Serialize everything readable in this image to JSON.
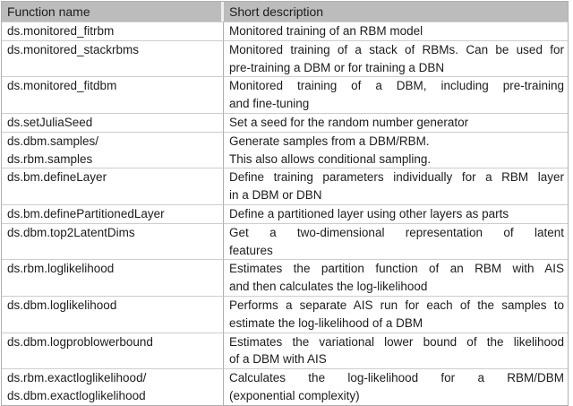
{
  "table": {
    "colors": {
      "header_bg": "#bcbcbc",
      "grid_line": "#cdcdcd",
      "divider_line": "#b0b0b0",
      "text": "#1c1c1c",
      "background": "#ffffff"
    },
    "header": {
      "function_name": "Function name",
      "short_description": "Short description"
    },
    "rows": [
      {
        "name": [
          "ds.monitored_fitrbm"
        ],
        "desc": [
          "Monitored training of an RBM model"
        ],
        "justify": false
      },
      {
        "name": [
          "ds.monitored_stackrbms"
        ],
        "desc": [
          "Monitored training of a stack of RBMs. Can be used for",
          "pre-training a DBM or for training a DBN"
        ],
        "justify": true
      },
      {
        "name": [
          "ds.monitored_fitdbm"
        ],
        "desc": [
          "Monitored training of a DBM, including pre-training",
          "and fine-tuning"
        ],
        "justify": true
      },
      {
        "name": [
          "ds.setJuliaSeed"
        ],
        "desc": [
          "Set a seed for the random number generator"
        ],
        "justify": false
      },
      {
        "name": [
          "ds.dbm.samples/",
          "ds.rbm.samples"
        ],
        "desc": [
          "Generate samples from a DBM/RBM.",
          "This also allows conditional sampling."
        ],
        "justify": false
      },
      {
        "name": [
          "ds.bm.defineLayer"
        ],
        "desc": [
          "Define training parameters individually for a RBM layer",
          "in a DBM or DBN"
        ],
        "justify": true
      },
      {
        "name": [
          "ds.bm.definePartitionedLayer"
        ],
        "desc": [
          "Define a partitioned layer using other layers as parts"
        ],
        "justify": false
      },
      {
        "name": [
          "ds.dbm.top2LatentDims"
        ],
        "desc": [
          "Get a two-dimensional representation of latent",
          "features"
        ],
        "justify": true
      },
      {
        "name": [
          "ds.rbm.loglikelihood"
        ],
        "desc": [
          "Estimates the partition function of an RBM with AIS",
          "and then calculates the log-likelihood"
        ],
        "justify": true
      },
      {
        "name": [
          "ds.dbm.loglikelihood"
        ],
        "desc": [
          "Performs a separate AIS run for each of the samples to",
          "estimate the log-likelihood of a DBM"
        ],
        "justify": true
      },
      {
        "name": [
          "ds.dbm.logproblowerbound"
        ],
        "desc": [
          "Estimates the variational lower bound of the likelihood",
          "of a DBM with AIS"
        ],
        "justify": true
      },
      {
        "name": [
          "ds.rbm.exactloglikelihood/",
          "ds.dbm.exactloglikelihood"
        ],
        "desc": [
          "Calculates the log-likelihood for a RBM/DBM",
          "(exponential complexity)"
        ],
        "justify": true
      }
    ]
  }
}
